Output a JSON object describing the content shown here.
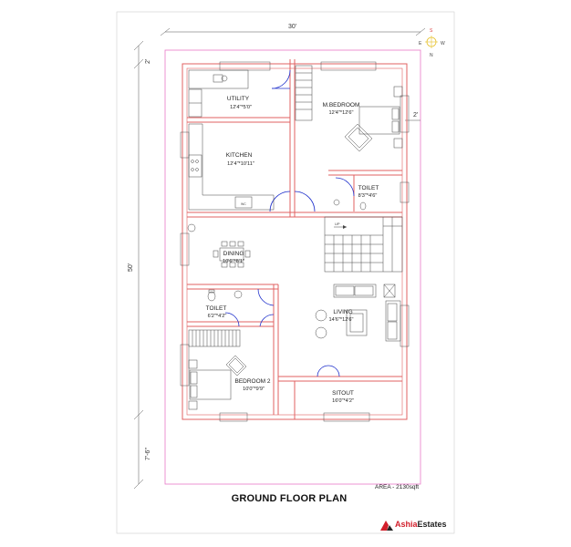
{
  "dims": {
    "width": "30'",
    "depth": "50'",
    "top_offset": "2'",
    "right_offset": "2'",
    "bottom_offset": "7'-6\""
  },
  "compass": {
    "n": "N",
    "s": "S",
    "e": "E",
    "w": "W"
  },
  "rooms": {
    "utility": {
      "name": "UTILITY",
      "size": "12'4\"*5'0\""
    },
    "kitchen": {
      "name": "KITCHEN",
      "size": "12'4\"*10'11\""
    },
    "master_bedroom": {
      "name": "M.BEDROOM",
      "size": "12'4\"*12'6\""
    },
    "toilet_1": {
      "name": "TOILET",
      "size": "8'3\"*4'6\""
    },
    "dining": {
      "name": "DINING",
      "size": "10'6\"*8'1\""
    },
    "toilet_2": {
      "name": "TOILET",
      "size": "6'2\"*4'2\""
    },
    "living": {
      "name": "LIVING",
      "size": "14'6\"*12'6\""
    },
    "bedroom_2": {
      "name": "BEDROOM 2",
      "size": "10'0\"*9'9\""
    },
    "sitout": {
      "name": "SITOUT",
      "size": "16'0\"*4'2\""
    }
  },
  "stair_label": "UP",
  "wc_label": "WC",
  "area_text": "AREA - 2130sqft",
  "title": "GROUND FLOOR PLAN",
  "logo": {
    "part1": "Ashia",
    "part2": "Estates"
  },
  "colors": {
    "walls": "#e06060",
    "plot": "#e879c8",
    "doors": "#2233cc",
    "brand": "#d21f2b"
  }
}
